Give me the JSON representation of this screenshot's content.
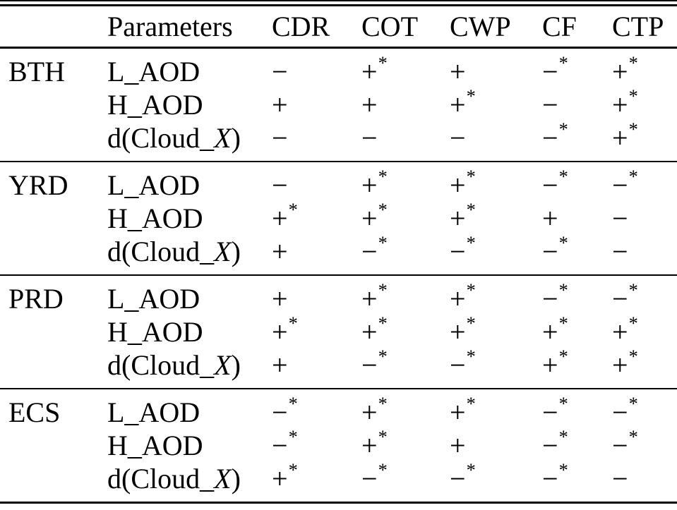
{
  "colors": {
    "text": "#000000",
    "background": "#ffffff",
    "rule": "#000000"
  },
  "table": {
    "columns": [
      "",
      "Parameters",
      "CDR",
      "COT",
      "CWP",
      "CF",
      "CTP"
    ],
    "sections": [
      {
        "region": "BTH",
        "rows": [
          {
            "parameter": "L_AOD",
            "values": [
              "−",
              "+*",
              "+",
              "−*",
              "+*"
            ]
          },
          {
            "parameter": "H_AOD",
            "values": [
              "+",
              "+",
              "+*",
              "−",
              "+*"
            ]
          },
          {
            "parameter": "d(Cloud_X)",
            "values": [
              "−",
              "−",
              "−",
              "−*",
              "+*"
            ]
          }
        ]
      },
      {
        "region": "YRD",
        "rows": [
          {
            "parameter": "L_AOD",
            "values": [
              "−",
              "+*",
              "+*",
              "−*",
              "−*"
            ]
          },
          {
            "parameter": "H_AOD",
            "values": [
              "+*",
              "+*",
              "+*",
              "+",
              "−"
            ]
          },
          {
            "parameter": "d(Cloud_X)",
            "values": [
              "+",
              "−*",
              "−*",
              "−*",
              "−"
            ]
          }
        ]
      },
      {
        "region": "PRD",
        "rows": [
          {
            "parameter": "L_AOD",
            "values": [
              "+",
              "+*",
              "+*",
              "−*",
              "−*"
            ]
          },
          {
            "parameter": "H_AOD",
            "values": [
              "+*",
              "+*",
              "+*",
              "+*",
              "+*"
            ]
          },
          {
            "parameter": "d(Cloud_X)",
            "values": [
              "+",
              "−*",
              "−*",
              "+*",
              "+*"
            ]
          }
        ]
      },
      {
        "region": "ECS",
        "rows": [
          {
            "parameter": "L_AOD",
            "values": [
              "−*",
              "+*",
              "+*",
              "−*",
              "−*"
            ]
          },
          {
            "parameter": "H_AOD",
            "values": [
              "−*",
              "+*",
              "+",
              "−*",
              "−*"
            ]
          },
          {
            "parameter": "d(Cloud_X)",
            "values": [
              "+*",
              "−*",
              "−*",
              "−*",
              "−"
            ]
          }
        ]
      }
    ]
  }
}
